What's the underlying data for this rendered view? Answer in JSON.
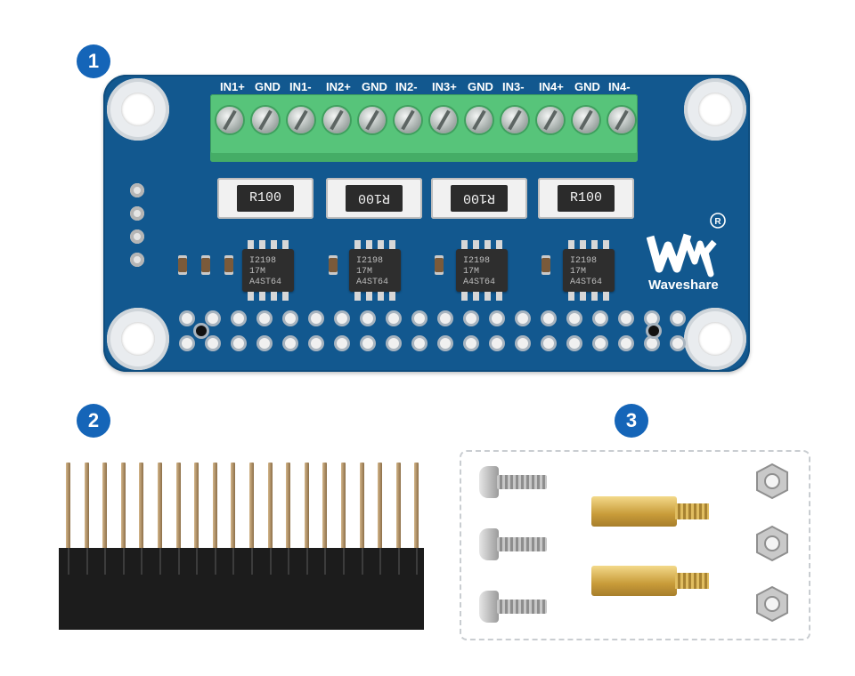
{
  "badges": {
    "one": "1",
    "two": "2",
    "three": "3"
  },
  "terminal_labels": [
    "IN1+",
    "GND",
    "IN1-",
    "IN2+",
    "GND",
    "IN2-",
    "IN3+",
    "GND",
    "IN3-",
    "IN4+",
    "GND",
    "IN4-"
  ],
  "resistors": [
    {
      "code": "R100",
      "flipped": false
    },
    {
      "code": "R100",
      "flipped": true
    },
    {
      "code": "R100",
      "flipped": true
    },
    {
      "code": "R100",
      "flipped": false
    }
  ],
  "ic_markings": {
    "line1": "I2198",
    "line2": "17M",
    "line3": "A4ST64"
  },
  "brand": {
    "name": "Waveshare",
    "registered": "®"
  },
  "colors": {
    "board": "#12588f",
    "badge": "#1565b8",
    "terminal": "#57c47a"
  },
  "icons": {
    "logo": "waveshare-logo-icon",
    "mounting": "mounting-hole-icon"
  }
}
